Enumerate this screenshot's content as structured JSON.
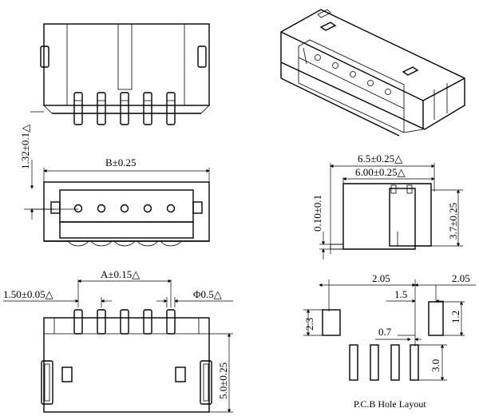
{
  "drawing": {
    "dims": {
      "b_tol": "B±0.25",
      "height_tol": "1.32±0.1△",
      "a_tol": "A±0.15△",
      "pitch_tol": "1.50±0.05△",
      "pin_dia": "Φ0.5△",
      "depth_tol": "5.0±0.25",
      "overall_w": "6.5±0.25△",
      "inner_w": "6.00±0.25△",
      "wall": "0.10±0.1",
      "side_h": "3.7±0.25",
      "pcb_2_05_left": "2.05",
      "pcb_2_05_right": "2.05",
      "pcb_1_5": "1.5",
      "pcb_1_2": "1.2",
      "pcb_2_3": "2.3",
      "pcb_0_7": "0.7",
      "pcb_3_0": "3.0"
    },
    "caption": "P.C.B Hole Layout"
  }
}
